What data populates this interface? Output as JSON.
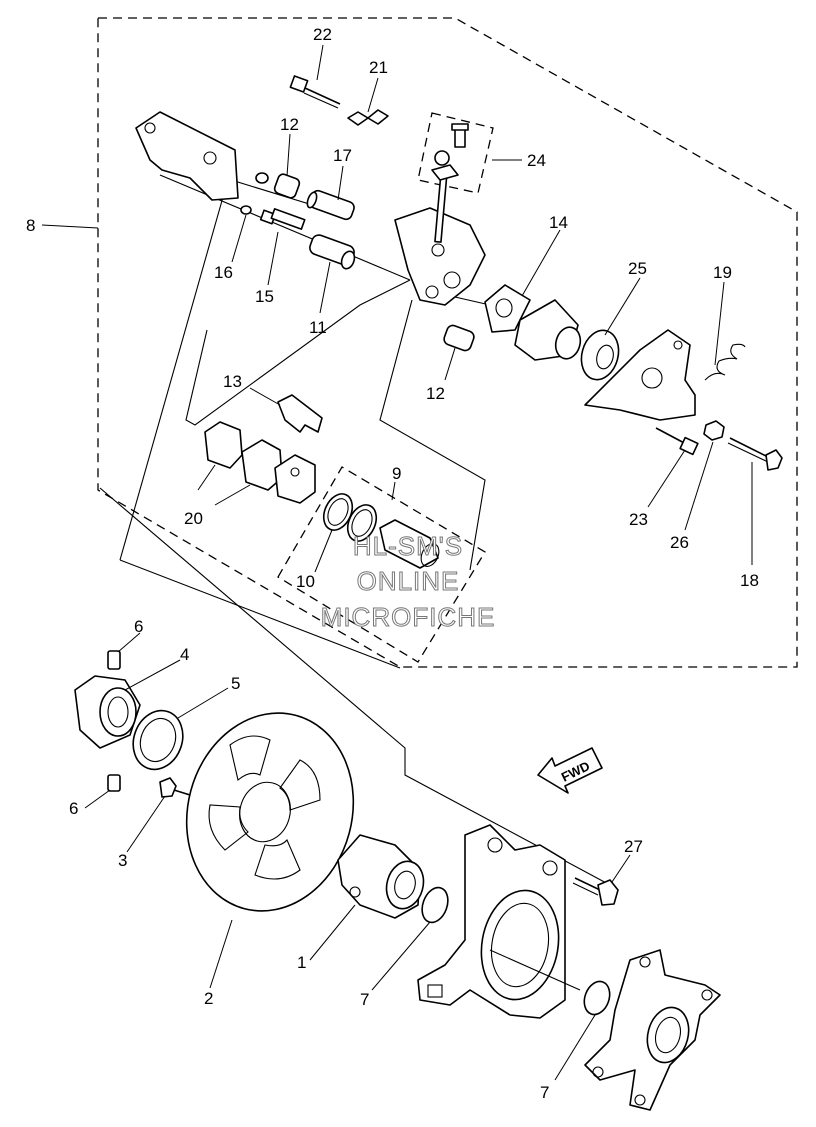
{
  "diagram": {
    "callouts": {
      "c1": "1",
      "c2": "2",
      "c3": "3",
      "c4": "4",
      "c5": "5",
      "c6a": "6",
      "c6b": "6",
      "c7a": "7",
      "c7b": "7",
      "c8": "8",
      "c9": "9",
      "c10": "10",
      "c11": "11",
      "c12a": "12",
      "c12b": "12",
      "c13": "13",
      "c14": "14",
      "c15": "15",
      "c16": "16",
      "c17": "17",
      "c18": "18",
      "c19": "19",
      "c20": "20",
      "c21": "21",
      "c22": "22",
      "c23": "23",
      "c24": "24",
      "c25": "25",
      "c26": "26",
      "c27": "27"
    },
    "direction_marker": "FWD",
    "watermark": {
      "line1": "HL-SM'S",
      "line2": "ONLINE",
      "line3": "MICROFICHE"
    }
  }
}
